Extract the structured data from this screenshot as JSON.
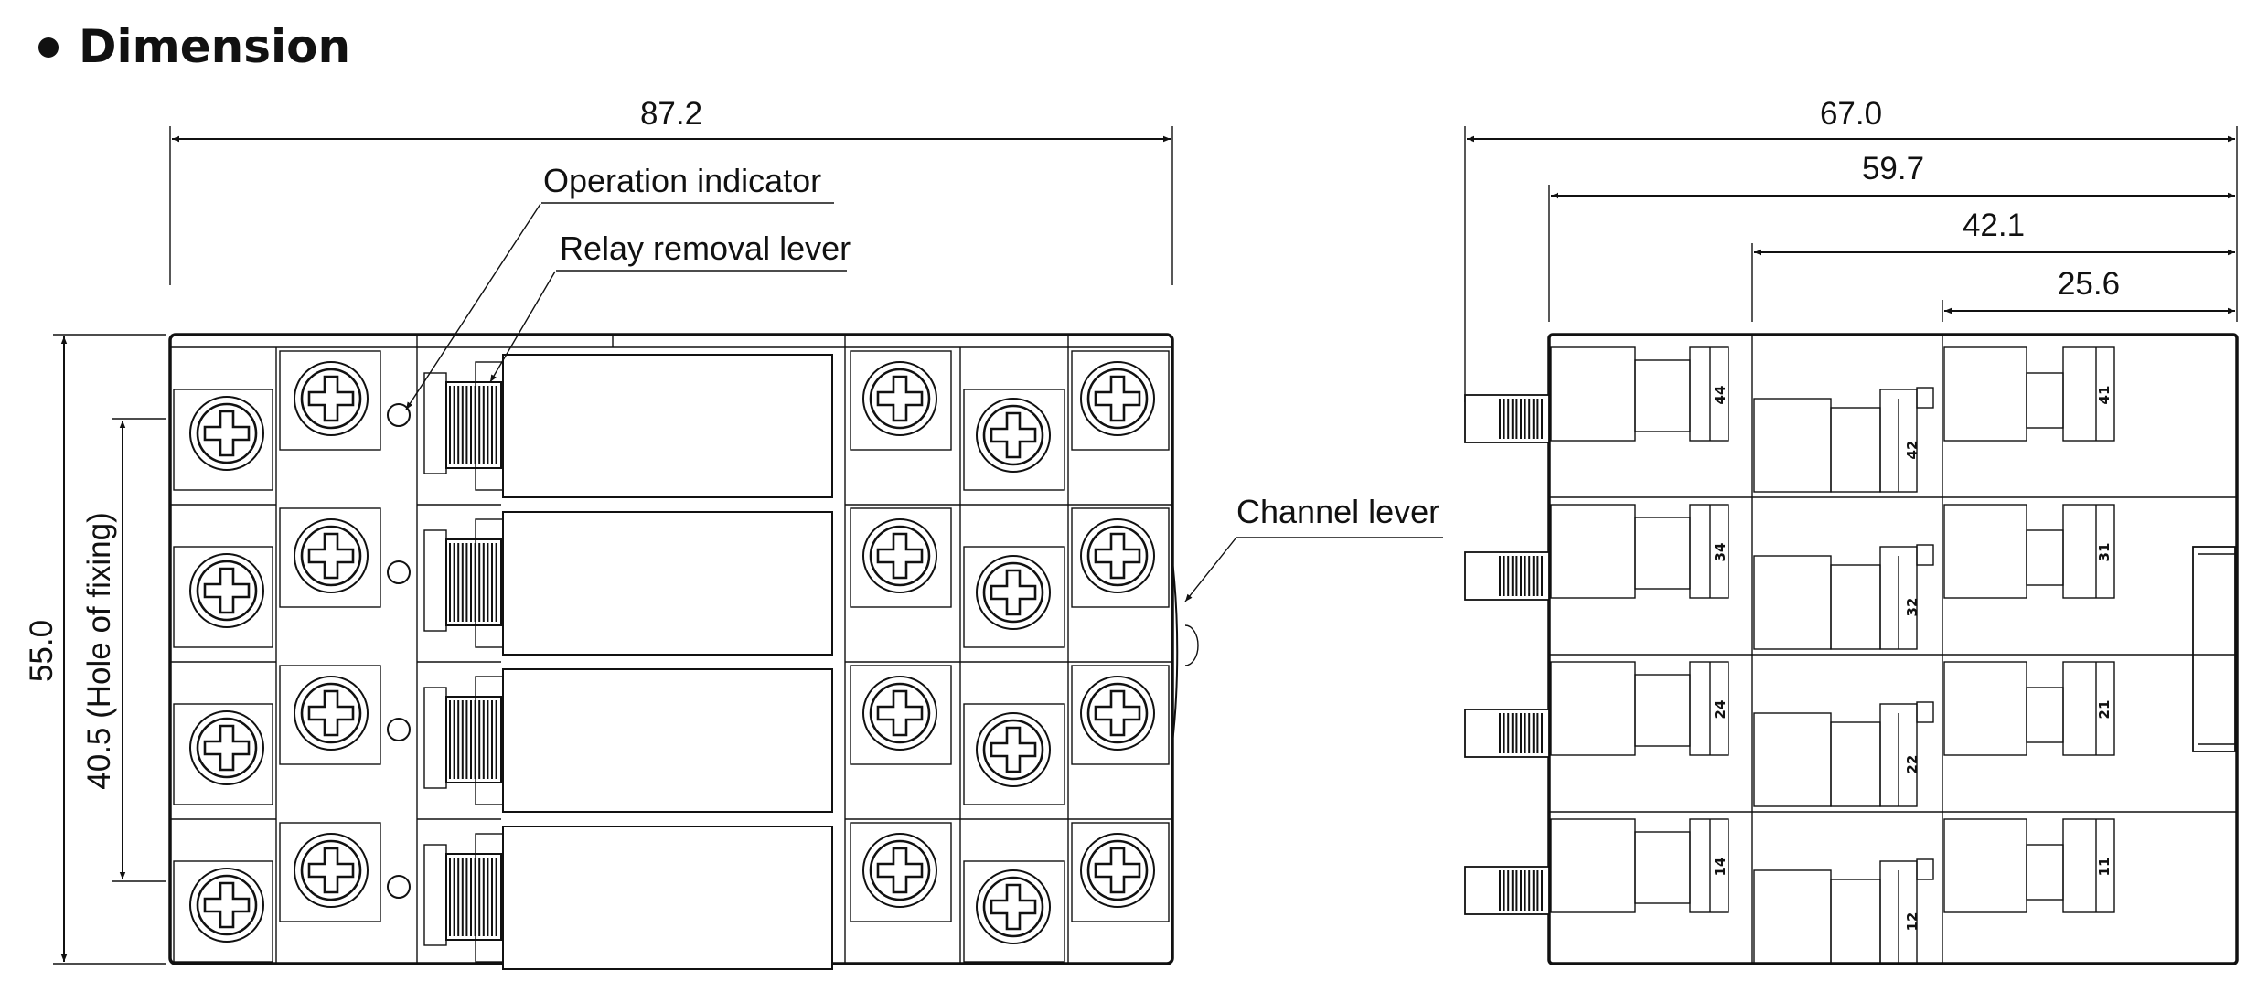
{
  "heading": "Dimension",
  "colors": {
    "ink": "#111111",
    "background": "#ffffff"
  },
  "callouts": {
    "operation_indicator": "Operation indicator",
    "relay_removal_lever": "Relay removal lever",
    "channel_lever": "Channel lever"
  },
  "front_view": {
    "width": "87.2",
    "height": "55.0",
    "hole_of_fixing": "40.5 (Hole of fixing)"
  },
  "side_view": {
    "dims": [
      "67.0",
      "59.7",
      "42.1",
      "25.6"
    ],
    "pins_a": [
      "44",
      "34",
      "24",
      "14"
    ],
    "pins_b": [
      "42",
      "32",
      "22",
      "12"
    ],
    "pins_c": [
      "41",
      "31",
      "21",
      "11"
    ]
  }
}
